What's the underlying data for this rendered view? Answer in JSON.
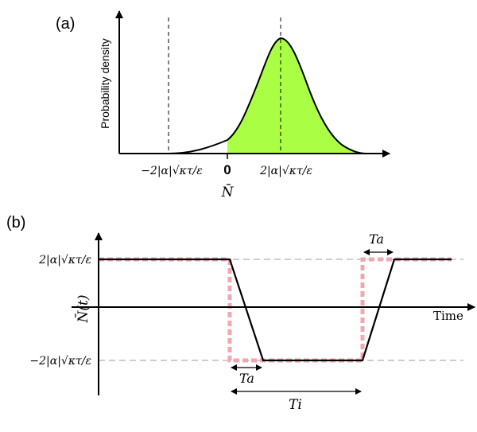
{
  "panel_a": {
    "label": "(a)",
    "y_axis_label": "Probability density",
    "tick_neg": "−2|α|√κτ/ε",
    "tick_zero": "0",
    "tick_pos": "2|α|√κτ/ε",
    "x_axis_label": "N̄",
    "colors": {
      "fill": "#aaff44",
      "curve": "#000000"
    }
  },
  "panel_b": {
    "label": "(b)",
    "y_axis_label": "N̄(t)",
    "x_axis_label": "Time",
    "tick_high": "2|α|√κτ/ε",
    "tick_low": "−2|α|√κτ/ε",
    "interval_ta_bottom": "Ta",
    "interval_ta_top": "Ta",
    "interval_ti": "Ti",
    "colors": {
      "trace": "#000000",
      "dashed_trace": "#f0a8b0",
      "reference_lines": "#b0b0b0"
    }
  }
}
